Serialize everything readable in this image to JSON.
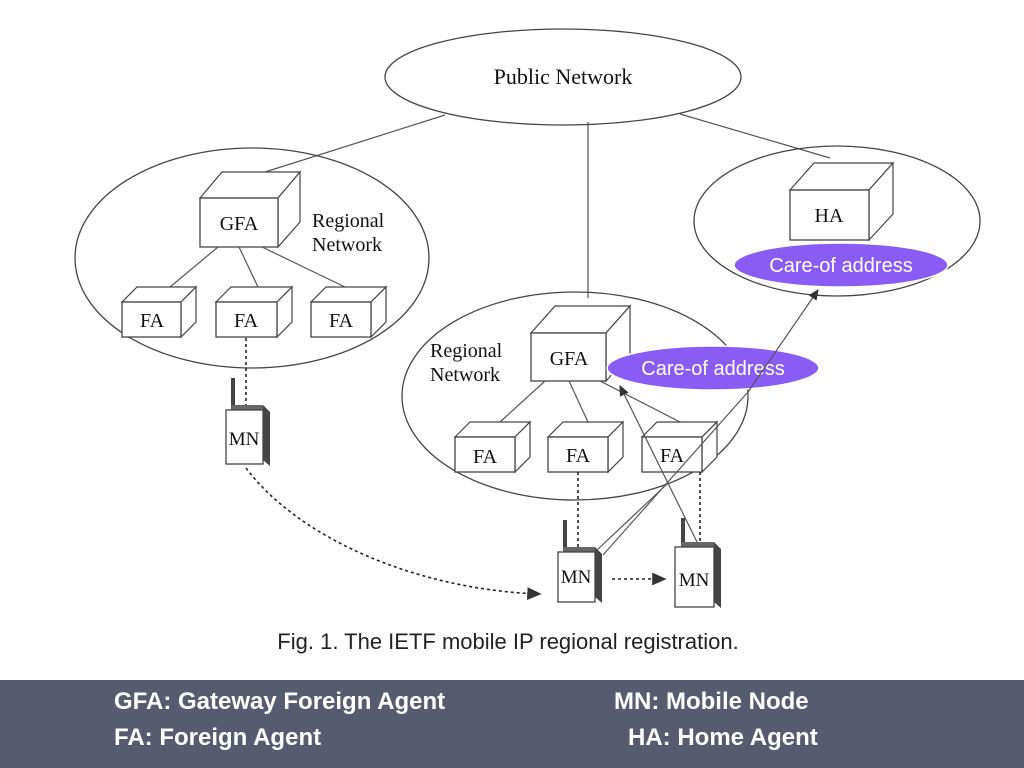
{
  "diagram": {
    "public_network": "Public Network",
    "left_region": {
      "label_line1": "Regional",
      "label_line2": "Network",
      "gfa": "GFA",
      "fa": [
        "FA",
        "FA",
        "FA"
      ],
      "mn": "MN"
    },
    "center_region": {
      "label_line1": "Regional",
      "label_line2": "Network",
      "gfa": "GFA",
      "fa": [
        "FA",
        "FA",
        "FA"
      ],
      "mn": [
        "MN",
        "MN"
      ]
    },
    "home_network": {
      "ha": "HA"
    },
    "care_of_center": "Care-of address",
    "care_of_home": "Care-of address",
    "caption": "Fig. 1. The IETF mobile IP regional registration.",
    "colors": {
      "pill": "#8a5cf6",
      "footer": "#575b6e"
    }
  },
  "footer": {
    "gfa_def": "GFA: Gateway Foreign Agent",
    "mn_def": "MN: Mobile Node",
    "fa_def": "FA: Foreign Agent",
    "ha_def": "HA: Home Agent"
  }
}
